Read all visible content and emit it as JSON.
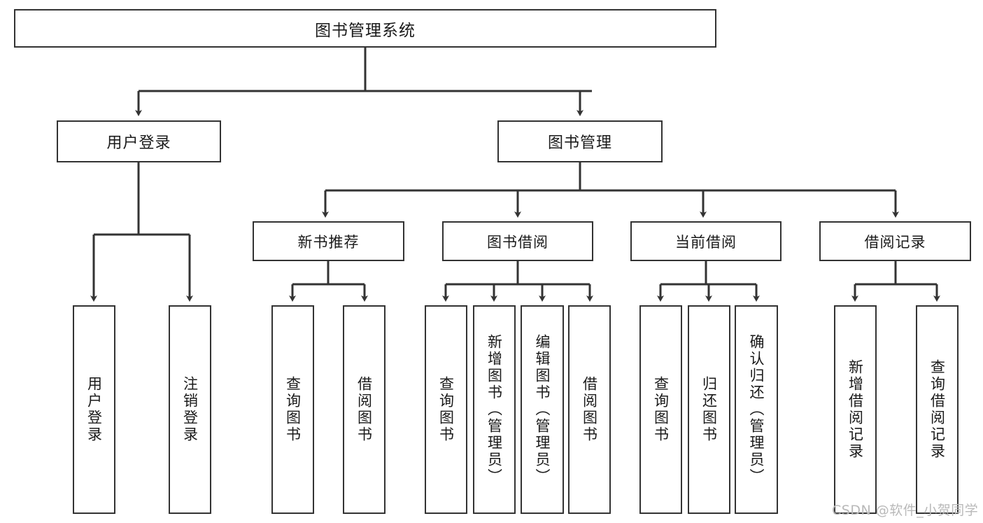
{
  "diagram": {
    "type": "tree",
    "title_node": "图书管理系统",
    "watermark": "CSDN @软件_小贺同学",
    "colors": {
      "box_border": "#333333",
      "box_fill": "#ffffff",
      "connector": "#333333",
      "text": "#1a1a1a",
      "watermark": "#b9b9b9"
    },
    "root": {
      "label": "图书管理系统"
    },
    "level1": [
      {
        "label": "用户登录"
      },
      {
        "label": "图书管理"
      }
    ],
    "level2": [
      {
        "label": "新书推荐"
      },
      {
        "label": "图书借阅"
      },
      {
        "label": "当前借阅"
      },
      {
        "label": "借阅记录"
      }
    ],
    "leaves": {
      "user_login": [
        {
          "label": "用户登录"
        },
        {
          "label": "注销登录"
        }
      ],
      "new_book_recommend": [
        {
          "label": "查询图书"
        },
        {
          "label": "借阅图书"
        }
      ],
      "book_borrow": [
        {
          "label": "查询图书"
        },
        {
          "label": "新增图书（管理员）"
        },
        {
          "label": "编辑图书（管理员）"
        },
        {
          "label": "借阅图书"
        }
      ],
      "current_borrow": [
        {
          "label": "查询图书"
        },
        {
          "label": "归还图书"
        },
        {
          "label": "确认归还（管理员）"
        }
      ],
      "borrow_record": [
        {
          "label": "新增借阅记录"
        },
        {
          "label": "查询借阅记录"
        }
      ]
    }
  }
}
